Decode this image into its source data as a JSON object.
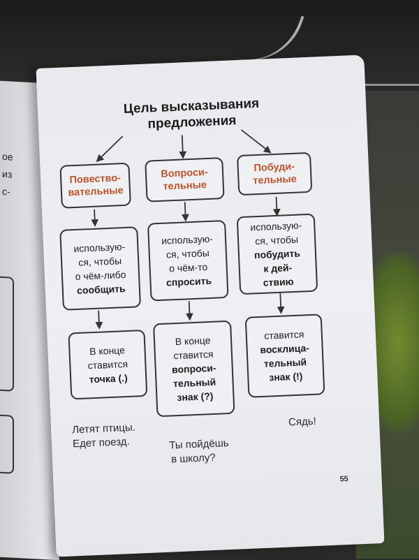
{
  "page": {
    "title_line1": "Цель высказывания",
    "title_line2": "предложения",
    "page_number": "55"
  },
  "columns": [
    {
      "category": [
        "Повество-",
        "вательные"
      ],
      "usage_plain": [
        "использую-",
        "ся, чтобы",
        "о чём-либо"
      ],
      "usage_bold": [
        "сообщить"
      ],
      "ending_plain": [
        "В конце",
        "ставится"
      ],
      "ending_bold": [
        "точка (.)"
      ],
      "examples": [
        "Летят птицы.",
        "Едет поезд."
      ]
    },
    {
      "category": [
        "Вопроси-",
        "тельные"
      ],
      "usage_plain": [
        "использую-",
        "ся, чтобы",
        "о чём-то"
      ],
      "usage_bold": [
        "спросить"
      ],
      "ending_plain": [
        "В конце",
        "ставится"
      ],
      "ending_bold": [
        "вопроси-",
        "тельный",
        "знак (?)"
      ],
      "examples": [
        "Ты пойдёшь",
        "в школу?"
      ]
    },
    {
      "category": [
        "Побуди-",
        "тельные"
      ],
      "usage_plain": [
        "использую-",
        "ся, чтобы"
      ],
      "usage_bold": [
        "побудить",
        "к дей-",
        "ствию"
      ],
      "ending_plain": [
        "ставится"
      ],
      "ending_bold": [
        "восклица-",
        "тельный",
        "знак (!)"
      ],
      "examples": [
        "Сядь!"
      ]
    }
  ],
  "left_page_fragments": [
    "ое",
    "из",
    "с-"
  ],
  "colors": {
    "category_text": "#b8542b",
    "page": "#eceef1",
    "ink": "#222222"
  }
}
